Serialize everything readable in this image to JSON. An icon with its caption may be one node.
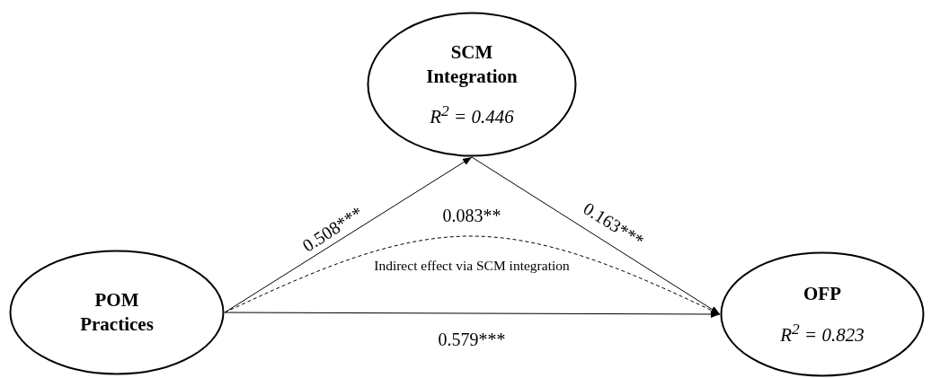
{
  "diagram": {
    "nodes": [
      {
        "text": [
          "SCM Integration",
          "R$^{2}$ = 0.446"
        ]
      },
      {
        "text": [
          "POM Practices"
        ]
      },
      {
        "text": [
          "OFP",
          "R$^{2}$ = 0.823"
        ]
      }
    ],
    "edges": [
      {
        "from": 1,
        "to": 0,
        "arrow": "to",
        "label": "0.508***"
      },
      {
        "from": 0,
        "to": 2,
        "arrow": "to",
        "label": "0.163***"
      },
      {
        "from": 1,
        "to": 2,
        "arrow": "to",
        "label": "0.579***"
      },
      {
        "from": 1,
        "to": 2,
        "arrow": "to",
        "label": "0.083**",
        "style": "dashed"
      }
    ],
    "labels": [
      "Indirect effect via SCM integration"
    ]
  }
}
